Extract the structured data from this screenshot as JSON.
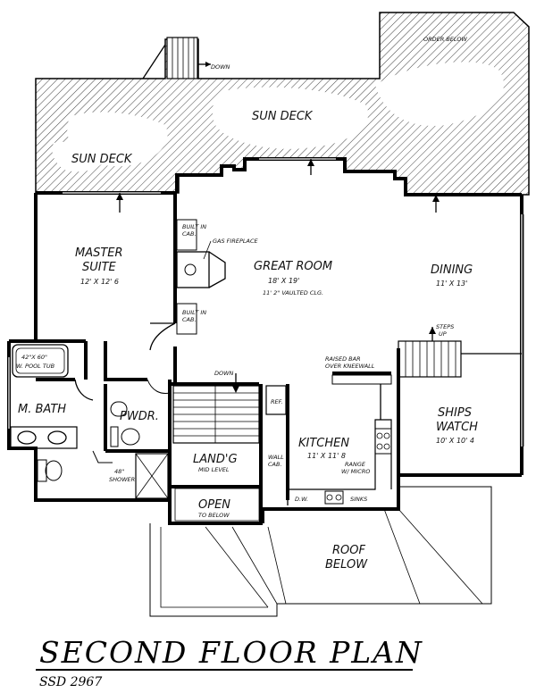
{
  "plan": {
    "title": "SECOND FLOOR PLAN",
    "plan_number": "SSD 2967"
  },
  "rooms": {
    "sun_deck_main": "SUN DECK",
    "sun_deck_left": "SUN DECK",
    "deck_stairs_down": "DOWN",
    "order_below": "ORDER BELOW",
    "master_suite_name": "MASTER",
    "master_suite_name2": "SUITE",
    "master_suite_dims": "12' X 12' 6",
    "great_room_name": "GREAT ROOM",
    "great_room_dims": "18' X 19'",
    "great_room_note": "11' 2\" VAULTED CLG.",
    "gas_fireplace": "GAS FIREPLACE",
    "built_in_cab_top": "BUILT IN",
    "built_in_cab_top2": "CAB.",
    "built_in_cab_bottom": "BUILT IN",
    "built_in_cab_bottom2": "CAB.",
    "dining_name": "DINING",
    "dining_dims": "11' X 13'",
    "steps_up": "STEPS",
    "steps_up2": "UP",
    "raised_bar": "RAISED BAR",
    "raised_bar2": "OVER KNEEWALL",
    "tub": "42\"X 60\"",
    "tub2": "W. POOL TUB",
    "m_bath": "M. BATH",
    "pwdr": "PWDR.",
    "shower": "48\"",
    "shower2": "SHOWER",
    "stairs_down": "DOWN",
    "ref": "REF.",
    "kitchen_name": "KITCHEN",
    "kitchen_dims": "11' X 11' 8",
    "wall_cab": "WALL",
    "wall_cab2": "CAB.",
    "range": "RANGE",
    "range2": "W/ MICRO",
    "dw": "D.W.",
    "sinks": "SINKS",
    "landing_name": "LAND'G",
    "landing_note": "MID LEVEL",
    "open_name": "OPEN",
    "open_note": "TO BELOW",
    "ships_watch_name": "SHIPS",
    "ships_watch_name2": "WATCH",
    "ships_watch_dims": "10' X 10' 4",
    "roof_below": "ROOF",
    "roof_below2": "BELOW"
  }
}
